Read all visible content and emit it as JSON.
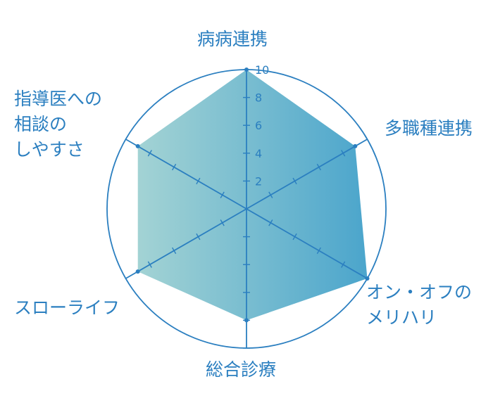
{
  "chart_data": {
    "type": "radar",
    "categories": [
      "病病連携",
      "多職種連携",
      "オン・オフの\nメリハリ",
      "総合診療",
      "スローライフ",
      "指導医への\n相談の\nしやすさ"
    ],
    "values": [
      10,
      9,
      10,
      8,
      9,
      9
    ],
    "rlim": [
      0,
      10
    ],
    "tick_labels": [
      "2",
      "4",
      "6",
      "8",
      "10"
    ],
    "colors": {
      "axis": "#2b7fc0",
      "label": "#2b7fc0",
      "fill_start": "#a3d3d4",
      "fill_end": "#4ba5cc"
    }
  }
}
